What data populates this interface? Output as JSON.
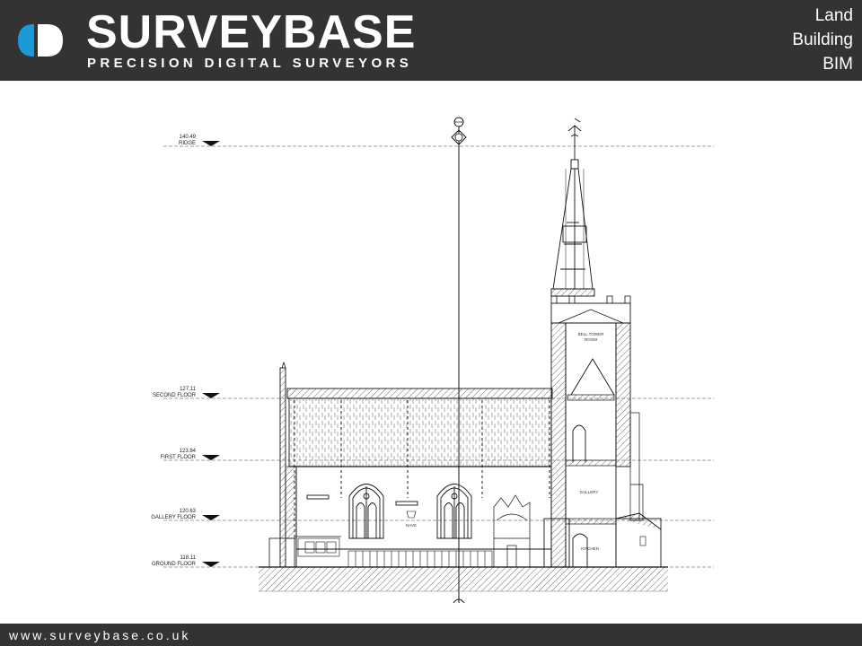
{
  "header": {
    "brand_name": "SURVEYBASE",
    "brand_tagline": "PRECISION DIGITAL SURVEYORS",
    "services": [
      "Land",
      "Building",
      "BIM"
    ]
  },
  "drawing": {
    "levels": [
      {
        "value": "140.49",
        "name": "RIDGE"
      },
      {
        "value": "127.11",
        "name": "SECOND FLOOR"
      },
      {
        "value": "123.84",
        "name": "FIRST FLOOR"
      },
      {
        "value": "120.63",
        "name": "GALLERY FLOOR"
      },
      {
        "value": "118.11",
        "name": "GROUND FLOOR"
      }
    ],
    "room_labels": {
      "bell_tower": "BELL TOWER",
      "bell_tower_sub": "ROOM",
      "gallery": "GALLERY",
      "nave": "NAVE",
      "kitchen": "KITCHEN"
    }
  },
  "footer": {
    "url": "www.surveybase.co.uk"
  },
  "colors": {
    "bar": "#333333",
    "accent": "#1a9ad6",
    "text": "#ffffff"
  },
  "icons": {
    "logo": "surveybase-logo-icon",
    "section_marker": "section-marker-icon",
    "level_marker": "level-triangle-icon"
  }
}
